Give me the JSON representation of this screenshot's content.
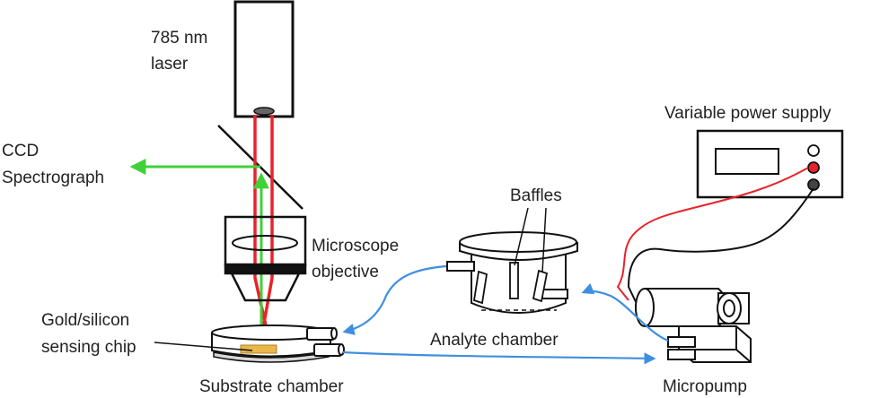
{
  "labels": {
    "laser_line1": "785 nm",
    "laser_line2": "laser",
    "ccd_line1": "CCD",
    "ccd_line2": "Spectrograph",
    "power_supply": "Variable power supply",
    "baffles": "Baffles",
    "objective_line1": "Microscope",
    "objective_line2": "objective",
    "chip_line1": "Gold/silicon",
    "chip_line2": "sensing chip",
    "analyte_chamber": "Analyte chamber",
    "substrate_chamber": "Substrate chamber",
    "micropump": "Micropump"
  },
  "colors": {
    "laser_beam": "#e8232b",
    "raman_signal": "#3fd13a",
    "fluid_flow": "#3f8fe0",
    "positive_wire": "#e8232b",
    "negative_wire": "#111111",
    "chip": "#e9b84a",
    "outline": "#111111"
  },
  "icons": {
    "arrow": "arrowhead-icon"
  }
}
